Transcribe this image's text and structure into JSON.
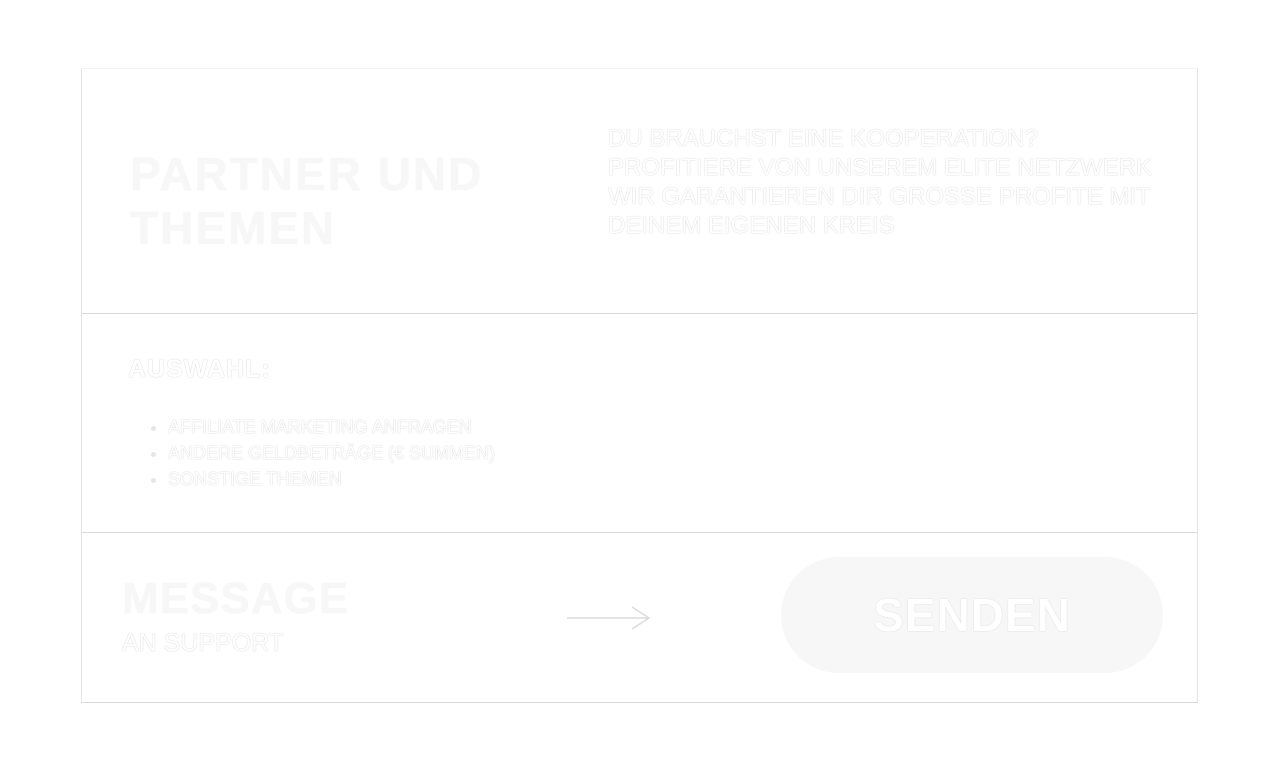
{
  "partners": {
    "title": "PARTNER UND THEMEN",
    "intro": "DU BRAUCHST EINE KOOPERATION? PROFITIERE VON UNSEREM ELITE NETZWERK WIR GARANTIEREN DIR GROSSE PROFITE MIT DEINEM EIGENEN KREIS"
  },
  "selection": {
    "label": "AUSWAHL:",
    "options": [
      "AFFILIATE MARKETING ANFRAGEN",
      "ANDERE GELDBETRÄGE (€ SUMMEN)",
      "SONSTIGE THEMEN"
    ]
  },
  "message": {
    "title": "MESSAGE",
    "subtitle": "AN SUPPORT",
    "arrow_icon": "arrow-right-icon",
    "send_label": "SENDEN"
  }
}
